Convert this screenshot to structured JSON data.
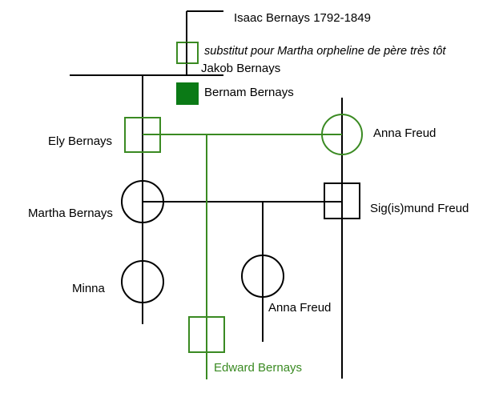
{
  "colors": {
    "black": "#000000",
    "green": "#3a8a22",
    "dark_green": "#0b7a16"
  },
  "people": {
    "isaac": "Isaac Bernays 1792-1849",
    "note": "substitut pour Martha orpheline de père très tôt",
    "jakob": "Jakob Bernays",
    "bernam": "Bernam Bernays",
    "ely": "Ely Bernays",
    "anna_freud_top": "Anna Freud",
    "martha": "Martha Bernays",
    "sigmund": "Sig(is)mund Freud",
    "minna": "Minna",
    "anna_freud_child": "Anna Freud",
    "edward": "Edward Bernays"
  }
}
